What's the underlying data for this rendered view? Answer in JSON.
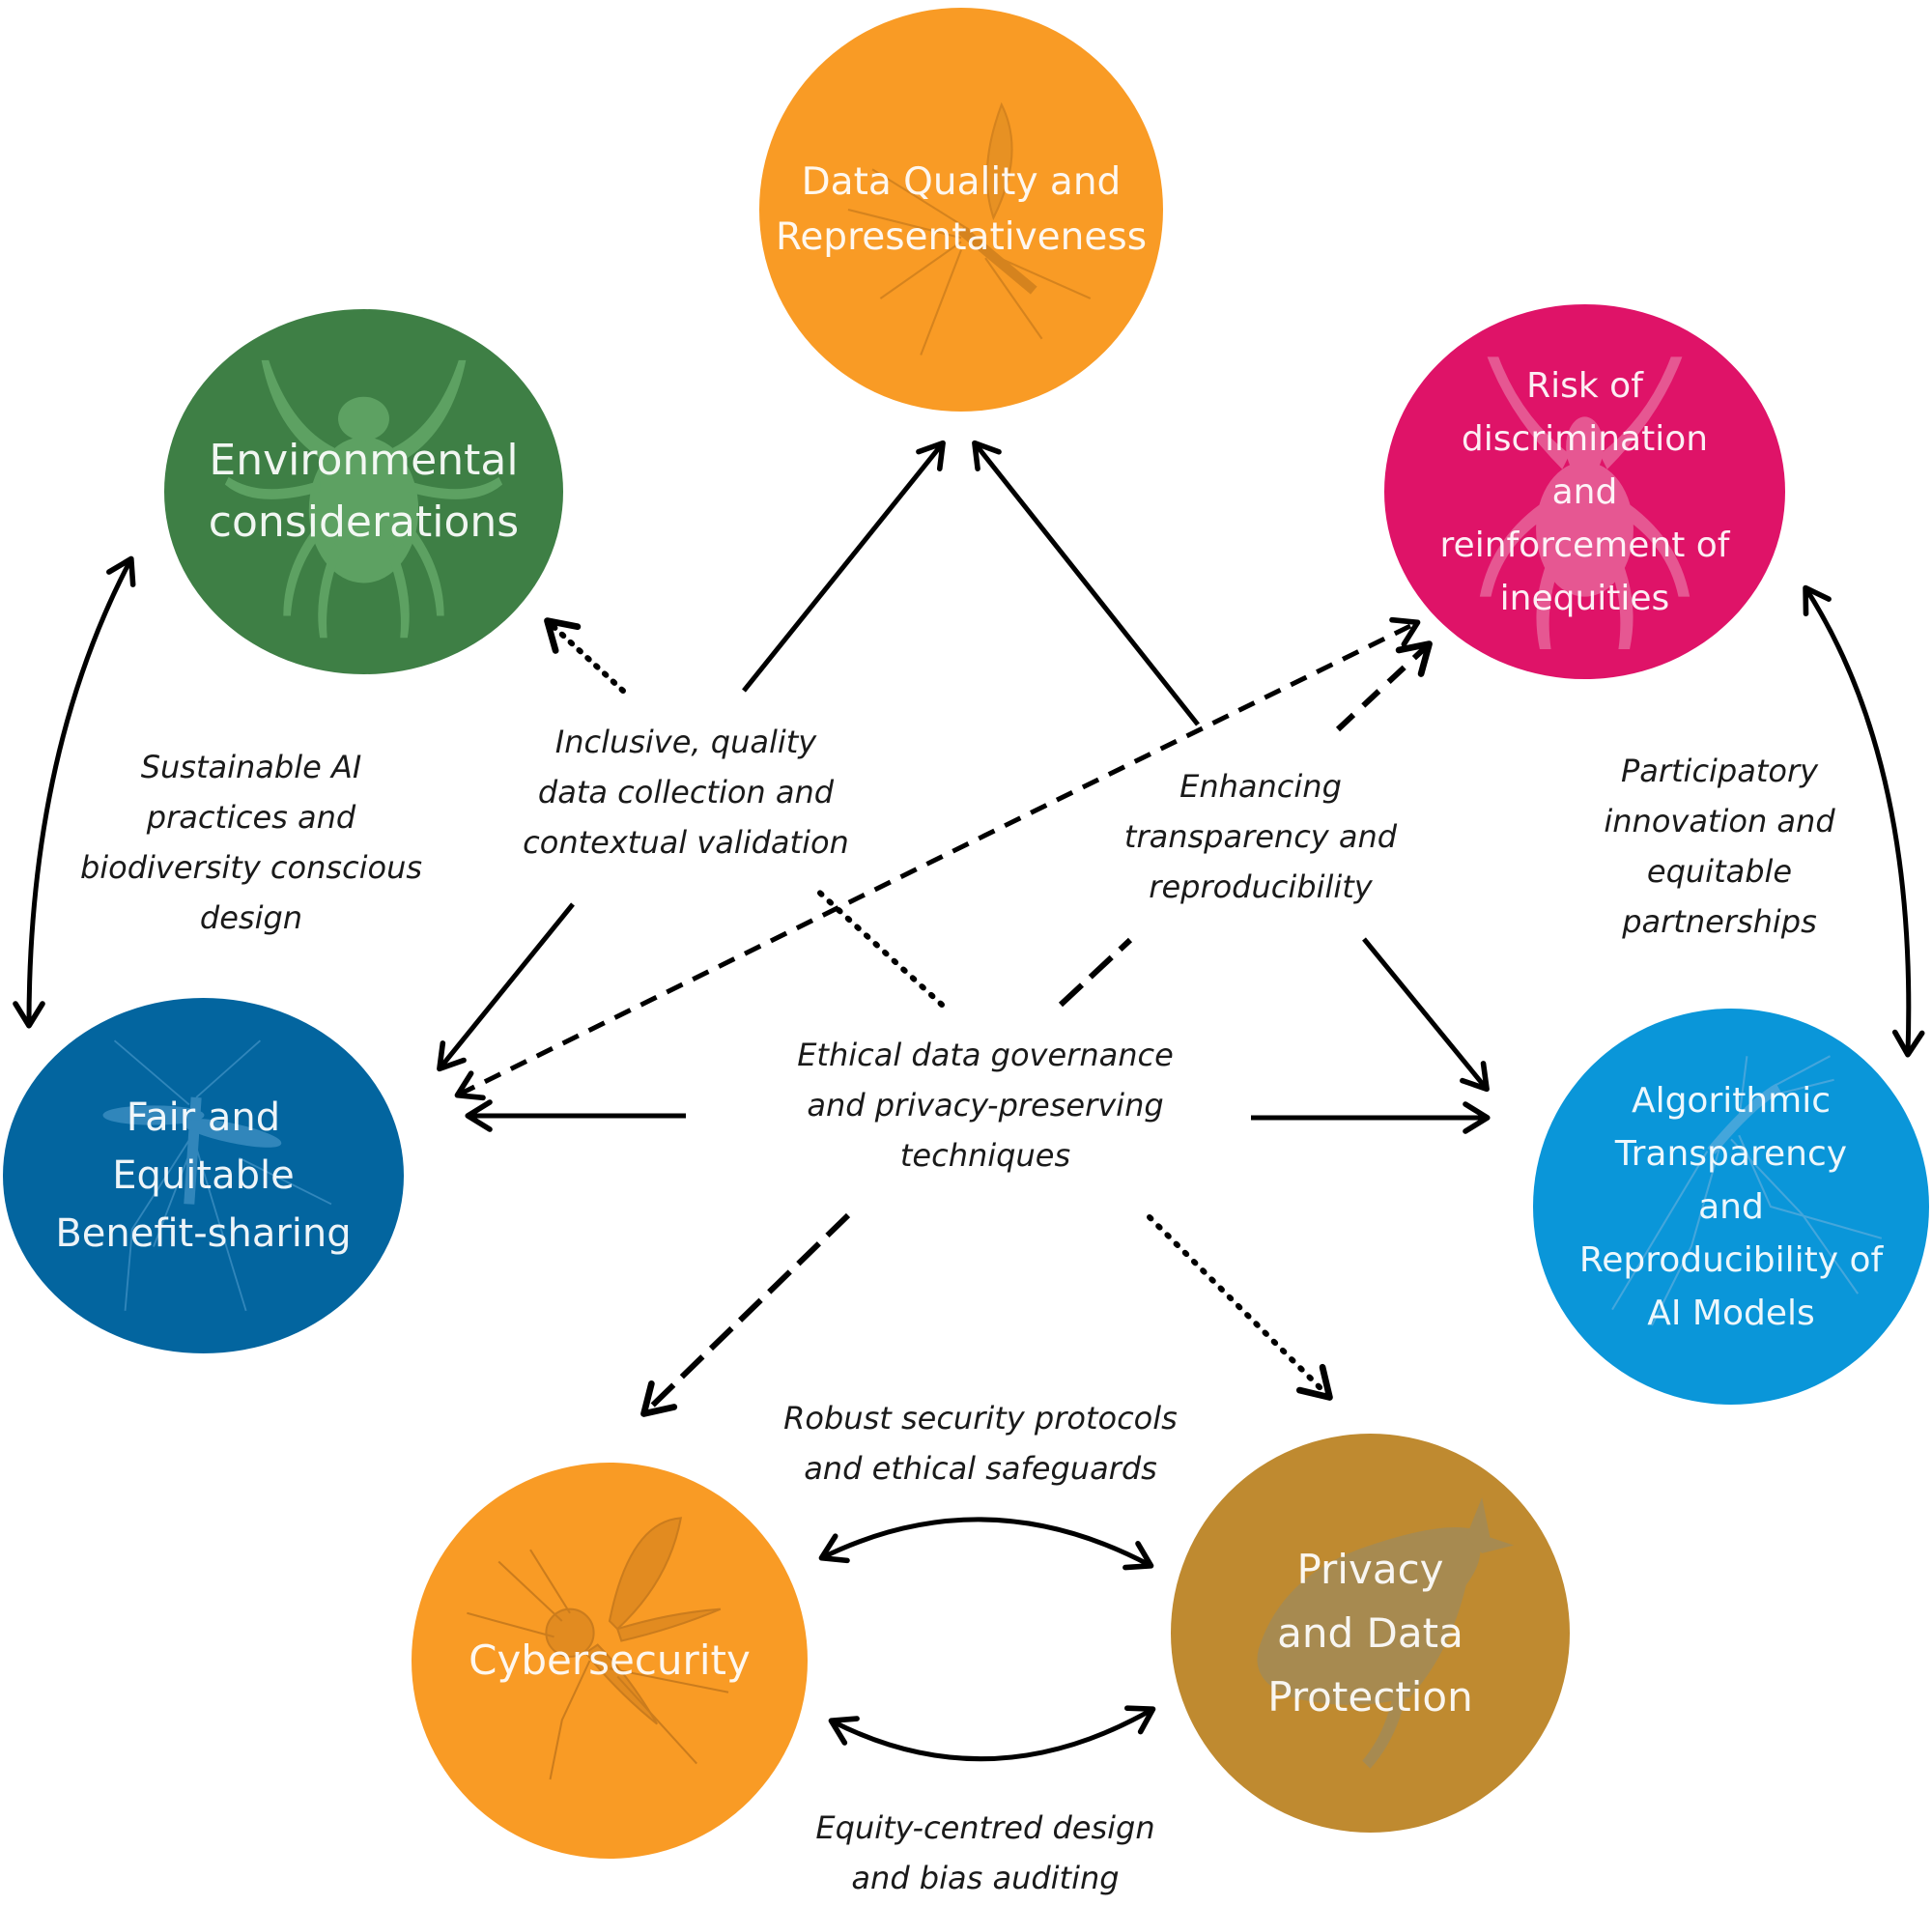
{
  "diagram": {
    "type": "concept-map",
    "nodes": [
      {
        "id": "data-quality",
        "label": "Data Quality and\nRepresentativeness",
        "color": "#F99B25",
        "icon": "mosquito-icon"
      },
      {
        "id": "environmental",
        "label": "Environmental\nconsiderations",
        "color": "#3E7F45",
        "icon": "tick-icon"
      },
      {
        "id": "discrimination",
        "label": "Risk of\ndiscrimination\nand\nreinforcement of\ninequities",
        "color": "#DF1368",
        "icon": "tick-icon"
      },
      {
        "id": "benefit-sharing",
        "label": "Fair and\nEquitable\nBenefit-sharing",
        "color": "#03659F",
        "icon": "mosquito-icon"
      },
      {
        "id": "algorithmic",
        "label": "Algorithmic\nTransparency\nand\nReproducibility of\nAI Models",
        "color": "#0A96D9",
        "icon": "mosquito-icon"
      },
      {
        "id": "cybersecurity",
        "label": "Cybersecurity",
        "color": "#F99B25",
        "icon": "fly-icon"
      },
      {
        "id": "privacy",
        "label": "Privacy\nand Data\nProtection",
        "color": "#BF8A30",
        "icon": "flea-icon"
      }
    ],
    "annotations": [
      {
        "id": "sustainable",
        "text": "Sustainable AI\npractices and\nbiodiversity conscious\ndesign"
      },
      {
        "id": "inclusive",
        "text": "Inclusive, quality\ndata collection and\ncontextual validation"
      },
      {
        "id": "transparency",
        "text": "Enhancing\ntransparency and\nreproducibility"
      },
      {
        "id": "participatory",
        "text": "Participatory\ninnovation and\nequitable\npartnerships"
      },
      {
        "id": "ethical",
        "text": "Ethical data governance\nand privacy-preserving\ntechniques"
      },
      {
        "id": "robust",
        "text": "Robust security protocols\nand ethical safeguards"
      },
      {
        "id": "equity",
        "text": "Equity-centred design\nand bias auditing"
      }
    ],
    "edges": [
      {
        "id": "env-benefit",
        "from": "environmental",
        "to": "benefit-sharing",
        "style": "solid",
        "bidirectional": true,
        "label": "sustainable"
      },
      {
        "id": "disc-algo",
        "from": "discrimination",
        "to": "algorithmic",
        "style": "solid",
        "bidirectional": true,
        "label": "participatory"
      },
      {
        "id": "cyber-privacy-top",
        "from": "cybersecurity",
        "to": "privacy",
        "style": "solid",
        "bidirectional": true,
        "label": "robust"
      },
      {
        "id": "cyber-privacy-bottom",
        "from": "cybersecurity",
        "to": "privacy",
        "style": "solid",
        "bidirectional": true,
        "label": "equity"
      },
      {
        "id": "inclusive-dataquality",
        "from": "inclusive",
        "to": "data-quality",
        "style": "solid",
        "bidirectional": false
      },
      {
        "id": "inclusive-benefit",
        "from": "inclusive",
        "to": "benefit-sharing",
        "style": "solid",
        "bidirectional": false
      },
      {
        "id": "inclusive-environmental",
        "from": "inclusive",
        "to": "environmental",
        "style": "dotted",
        "bidirectional": false
      },
      {
        "id": "transparency-dataquality",
        "from": "transparency",
        "to": "data-quality",
        "style": "solid",
        "bidirectional": false
      },
      {
        "id": "transparency-algorithmic",
        "from": "transparency",
        "to": "algorithmic",
        "style": "solid",
        "bidirectional": false
      },
      {
        "id": "transparency-discrimination",
        "from": "transparency",
        "to": "discrimination",
        "style": "dashed",
        "bidirectional": false
      },
      {
        "id": "benefit-discrimination",
        "from": "benefit-sharing",
        "to": "discrimination",
        "style": "dashed",
        "bidirectional": true
      },
      {
        "id": "ethical-benefit",
        "from": "ethical",
        "to": "benefit-sharing",
        "style": "solid",
        "bidirectional": false
      },
      {
        "id": "ethical-algorithmic",
        "from": "ethical",
        "to": "algorithmic",
        "style": "solid",
        "bidirectional": false
      },
      {
        "id": "ethical-cybersecurity",
        "from": "ethical",
        "to": "cybersecurity",
        "style": "long-dashed",
        "bidirectional": false
      },
      {
        "id": "ethical-privacy",
        "from": "ethical",
        "to": "privacy",
        "style": "dotted",
        "bidirectional": false
      },
      {
        "id": "ethical-inclusive",
        "from": "ethical",
        "to": "inclusive",
        "style": "dotted",
        "bidirectional": false
      },
      {
        "id": "ethical-transparency",
        "from": "ethical",
        "to": "transparency",
        "style": "long-dashed",
        "bidirectional": false
      }
    ]
  }
}
